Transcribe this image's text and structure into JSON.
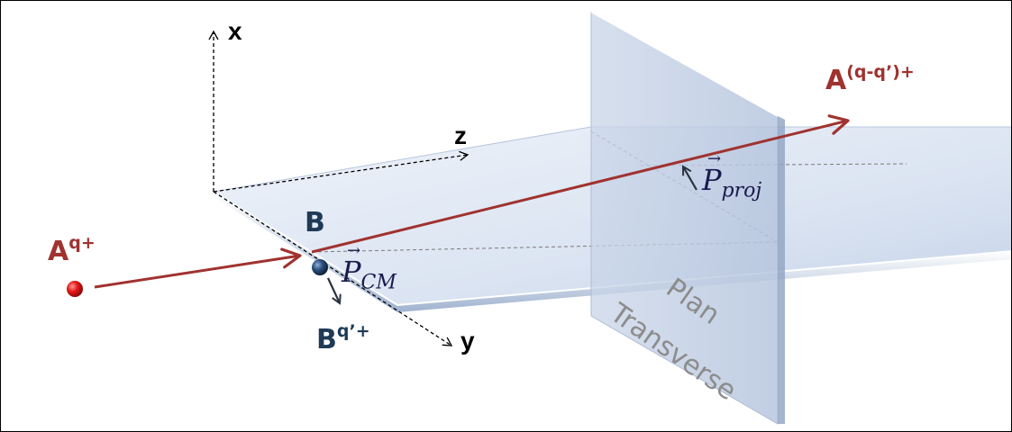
{
  "axes": {
    "x": "x",
    "y": "y",
    "z": "z"
  },
  "ions": {
    "projectile": {
      "base": "A",
      "sup": "q+"
    },
    "scattered": {
      "base": "A",
      "sup": "(q-q’)+"
    },
    "target": {
      "base": "B"
    },
    "recoil": {
      "base": "B",
      "sup": "q’+"
    }
  },
  "momenta": {
    "projection": {
      "symbol": "P",
      "sub": "proj"
    },
    "center_of_mass": {
      "symbol": "P",
      "sub": "CM"
    }
  },
  "plane": {
    "line1": "Plan",
    "line2": "Transverse"
  },
  "colors": {
    "ion_label": "#a0322f",
    "target_label": "#1f3a56",
    "beam_arrow": "#a0322f",
    "projectile_ball": "#dd1111",
    "target_ball": "#1f3f66",
    "momentum_text": "#1a1a4d",
    "plane_fill": "#c9d6ea"
  }
}
